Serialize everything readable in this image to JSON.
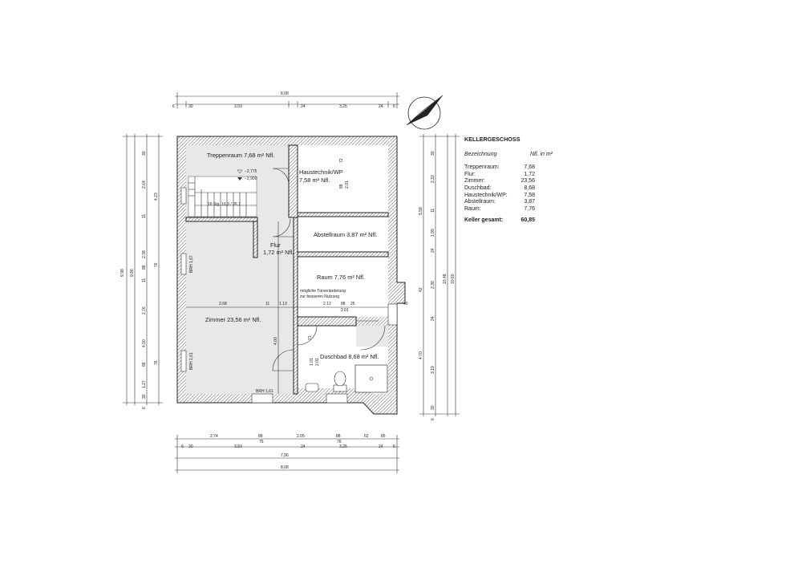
{
  "rooms": {
    "treppenraum": "Treppenraum 7,68 m² Nfl.",
    "haustechnik_1": "Haustechnik/WP",
    "haustechnik_2": "7,58 m² Nfl.",
    "abstellraum": "Abstellraum 3,87 m² Nfl.",
    "flur_1": "Flur",
    "flur_2": "1,72 m² Nfl.",
    "raum": "Raum 7,76 m² Nfl.",
    "zimmer": "Zimmer 23,56 m² Nfl.",
    "duschbad": "Duschbad 8,68 m² Nfl."
  },
  "notes": {
    "tuer_1": "mögliche Türveränderung",
    "tuer_2": "zur besseren Nutzung",
    "level_1": "−2,775",
    "level_2": "−2,900",
    "stair": "16 Stg. 16,3 / 26,7",
    "brh_1": "BRH 1,61",
    "brh_2": "BRH 1,67",
    "brh_3": "BRH 1,61"
  },
  "dims": {
    "top_total": "8,08",
    "top_parts": [
      "6",
      "30",
      "3.93",
      "24",
      "3,25",
      "24",
      "6"
    ],
    "bottom_parts_1": [
      "2.74",
      "88",
      "2.05",
      "88",
      "62",
      "85"
    ],
    "bottom_parts_1b": [
      "76",
      "76"
    ],
    "bottom_parts_2": [
      "6",
      "30",
      "3.93",
      "24",
      "3,25",
      "24",
      "6"
    ],
    "bottom_total_1": "7,96",
    "bottom_total_2": "8,08",
    "left_outer": [
      "9.98",
      "9.86"
    ],
    "left_parts": [
      "30",
      "2.64",
      "4.23",
      "11",
      "2.38",
      "88",
      "76",
      "11",
      "2.76",
      "4.00",
      "88",
      "76",
      "1.27",
      "30",
      "6"
    ],
    "right_parts": [
      "30",
      "2.33",
      "5.58",
      "11",
      "1.99",
      "24",
      "2.38",
      "42",
      "24",
      "4.70",
      "3.19",
      "30",
      "6",
      "10.48",
      "10.60"
    ],
    "inner": [
      "2.68",
      "11",
      "1.13",
      "2.12",
      "88",
      "25",
      "2.01",
      "40",
      "1.01",
      "2.01",
      "71",
      "88",
      "2.01",
      "72",
      "4.00"
    ]
  },
  "legend": {
    "title": "KELLERGESCHOSS",
    "col_name": "Bezeichnung",
    "col_area": "Nfl. in m²",
    "rows": [
      {
        "name": "Treppenraum:",
        "area": "7,68"
      },
      {
        "name": "Flur:",
        "area": "1,72"
      },
      {
        "name": "Zimmer:",
        "area": "23,56"
      },
      {
        "name": "Duschbad:",
        "area": "8,68"
      },
      {
        "name": "Haustechnik/WP:",
        "area": "7,58"
      },
      {
        "name": "Abstellraum:",
        "area": "3,87"
      },
      {
        "name": "Raum:",
        "area": "7,76"
      }
    ],
    "total_label": "Keller gesamt:",
    "total_value": "60,85"
  }
}
